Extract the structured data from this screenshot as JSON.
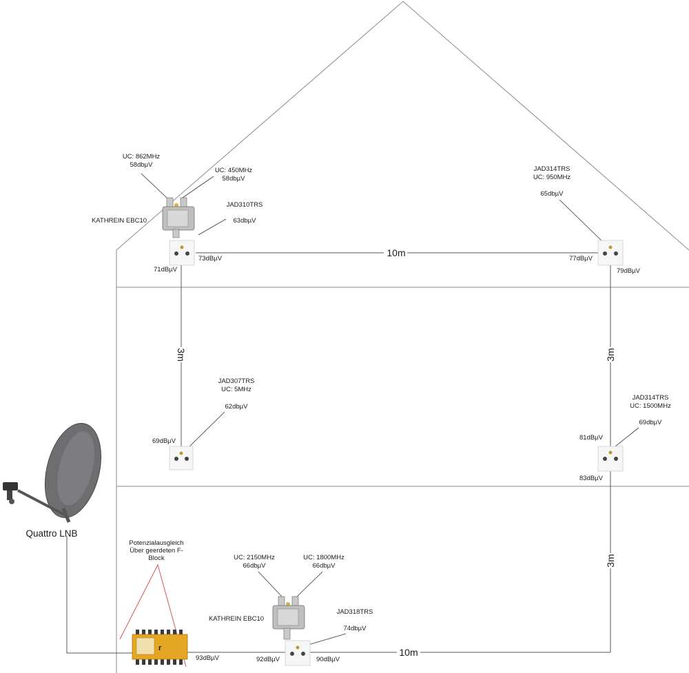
{
  "labels": {
    "uc_862": "UC: 862MHz",
    "lvl_58a": "58dbµV",
    "uc_450": "UC: 450MHz",
    "lvl_58b": "58dbµV",
    "jad310": "JAD310TRS",
    "lvl_63": "63dbµV",
    "kathrein_top": "KATHREIN EBC10",
    "lvl_73": "73dBµV",
    "lvl_71": "71dBµV",
    "jad314_top": "JAD314TRS",
    "uc_950": "UC: 950MHz",
    "lvl_65": "65dbµV",
    "lvl_77": "77dBµV",
    "lvl_79": "79dBµV",
    "jad307": "JAD307TRS",
    "uc_5": "UC: 5MHz",
    "lvl_62": "62dbµV",
    "lvl_69a": "69dBµV",
    "jad314_mid": "JAD314TRS",
    "uc_1500": "UC: 1500MHz",
    "lvl_69b": "69dbµV",
    "lvl_81": "81dBµV",
    "lvl_83": "83dBµV",
    "lnb": "Quattro LNB",
    "pot_1": "Potenzialausgleich",
    "pot_2": "Über geerdeten F-",
    "pot_3": "Block",
    "uc_2150": "UC: 2150MHz",
    "lvl_66a": "66dbµV",
    "uc_1800": "UC: 1800MHz",
    "lvl_66b": "66dbµV",
    "kathrein_bot": "KATHREIN EBC10",
    "jad318": "JAD318TRS",
    "lvl_74": "74dbµV",
    "lvl_93": "93dBµV",
    "lvl_92": "92dBµV",
    "lvl_90": "90dBµV"
  },
  "distances": {
    "top": "10m",
    "bottom": "10m",
    "left_floor": "3m",
    "right_floor1": "3m",
    "right_floor0": "3m"
  },
  "colors": {
    "line": "#555555",
    "roof": "#8a8a8a",
    "grounding": "#d9534f",
    "switch_body": "#e5a623",
    "dish": "#6e6e70"
  }
}
